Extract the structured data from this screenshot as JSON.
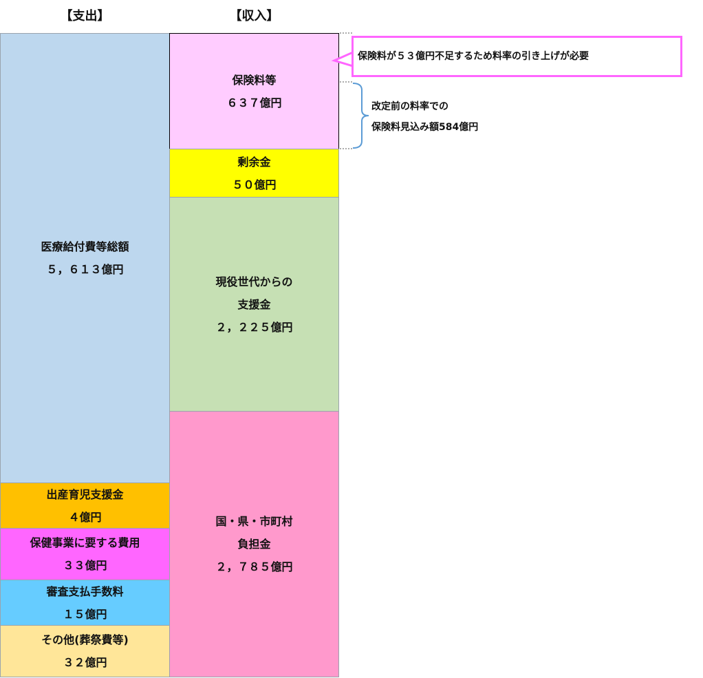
{
  "headers": {
    "expenditure": "【支出】",
    "revenue": "【収入】"
  },
  "expenditure": [
    {
      "name": "医療給付費等総額",
      "amount": "５，６１３億円",
      "color": "#bdd7ee"
    },
    {
      "name": "出産育児支援金",
      "amount": "４億円",
      "color": "#ffc000"
    },
    {
      "name": "保健事業に要する費用",
      "amount": "３３億円",
      "color": "#ff66ff"
    },
    {
      "name": "審査支払手数料",
      "amount": "１５億円",
      "color": "#66ccff"
    },
    {
      "name": "その他(葬祭費等)",
      "amount": "３２億円",
      "color": "#ffe699"
    }
  ],
  "revenue": [
    {
      "name": "保険料等",
      "amount": "６３７億円",
      "color": "#ffccff"
    },
    {
      "name": "剰余金",
      "amount": "５０億円",
      "color": "#ffff00"
    },
    {
      "name_line1": "現役世代からの",
      "name_line2": "支援金",
      "amount": "２，２２５億円",
      "color": "#c6e0b4"
    },
    {
      "name_line1": "国・県・市町村",
      "name_line2": "負担金",
      "amount": "２，７８５億円",
      "color": "#ff99cc"
    }
  ],
  "callout": {
    "text": "保険料が５３億円不足するため料率の引き上げが必要",
    "border_color": "#ff66ff"
  },
  "note": {
    "line1": "改定前の料率での",
    "line2": "保険料見込み額584億円",
    "brace_color": "#5b9bd5"
  }
}
